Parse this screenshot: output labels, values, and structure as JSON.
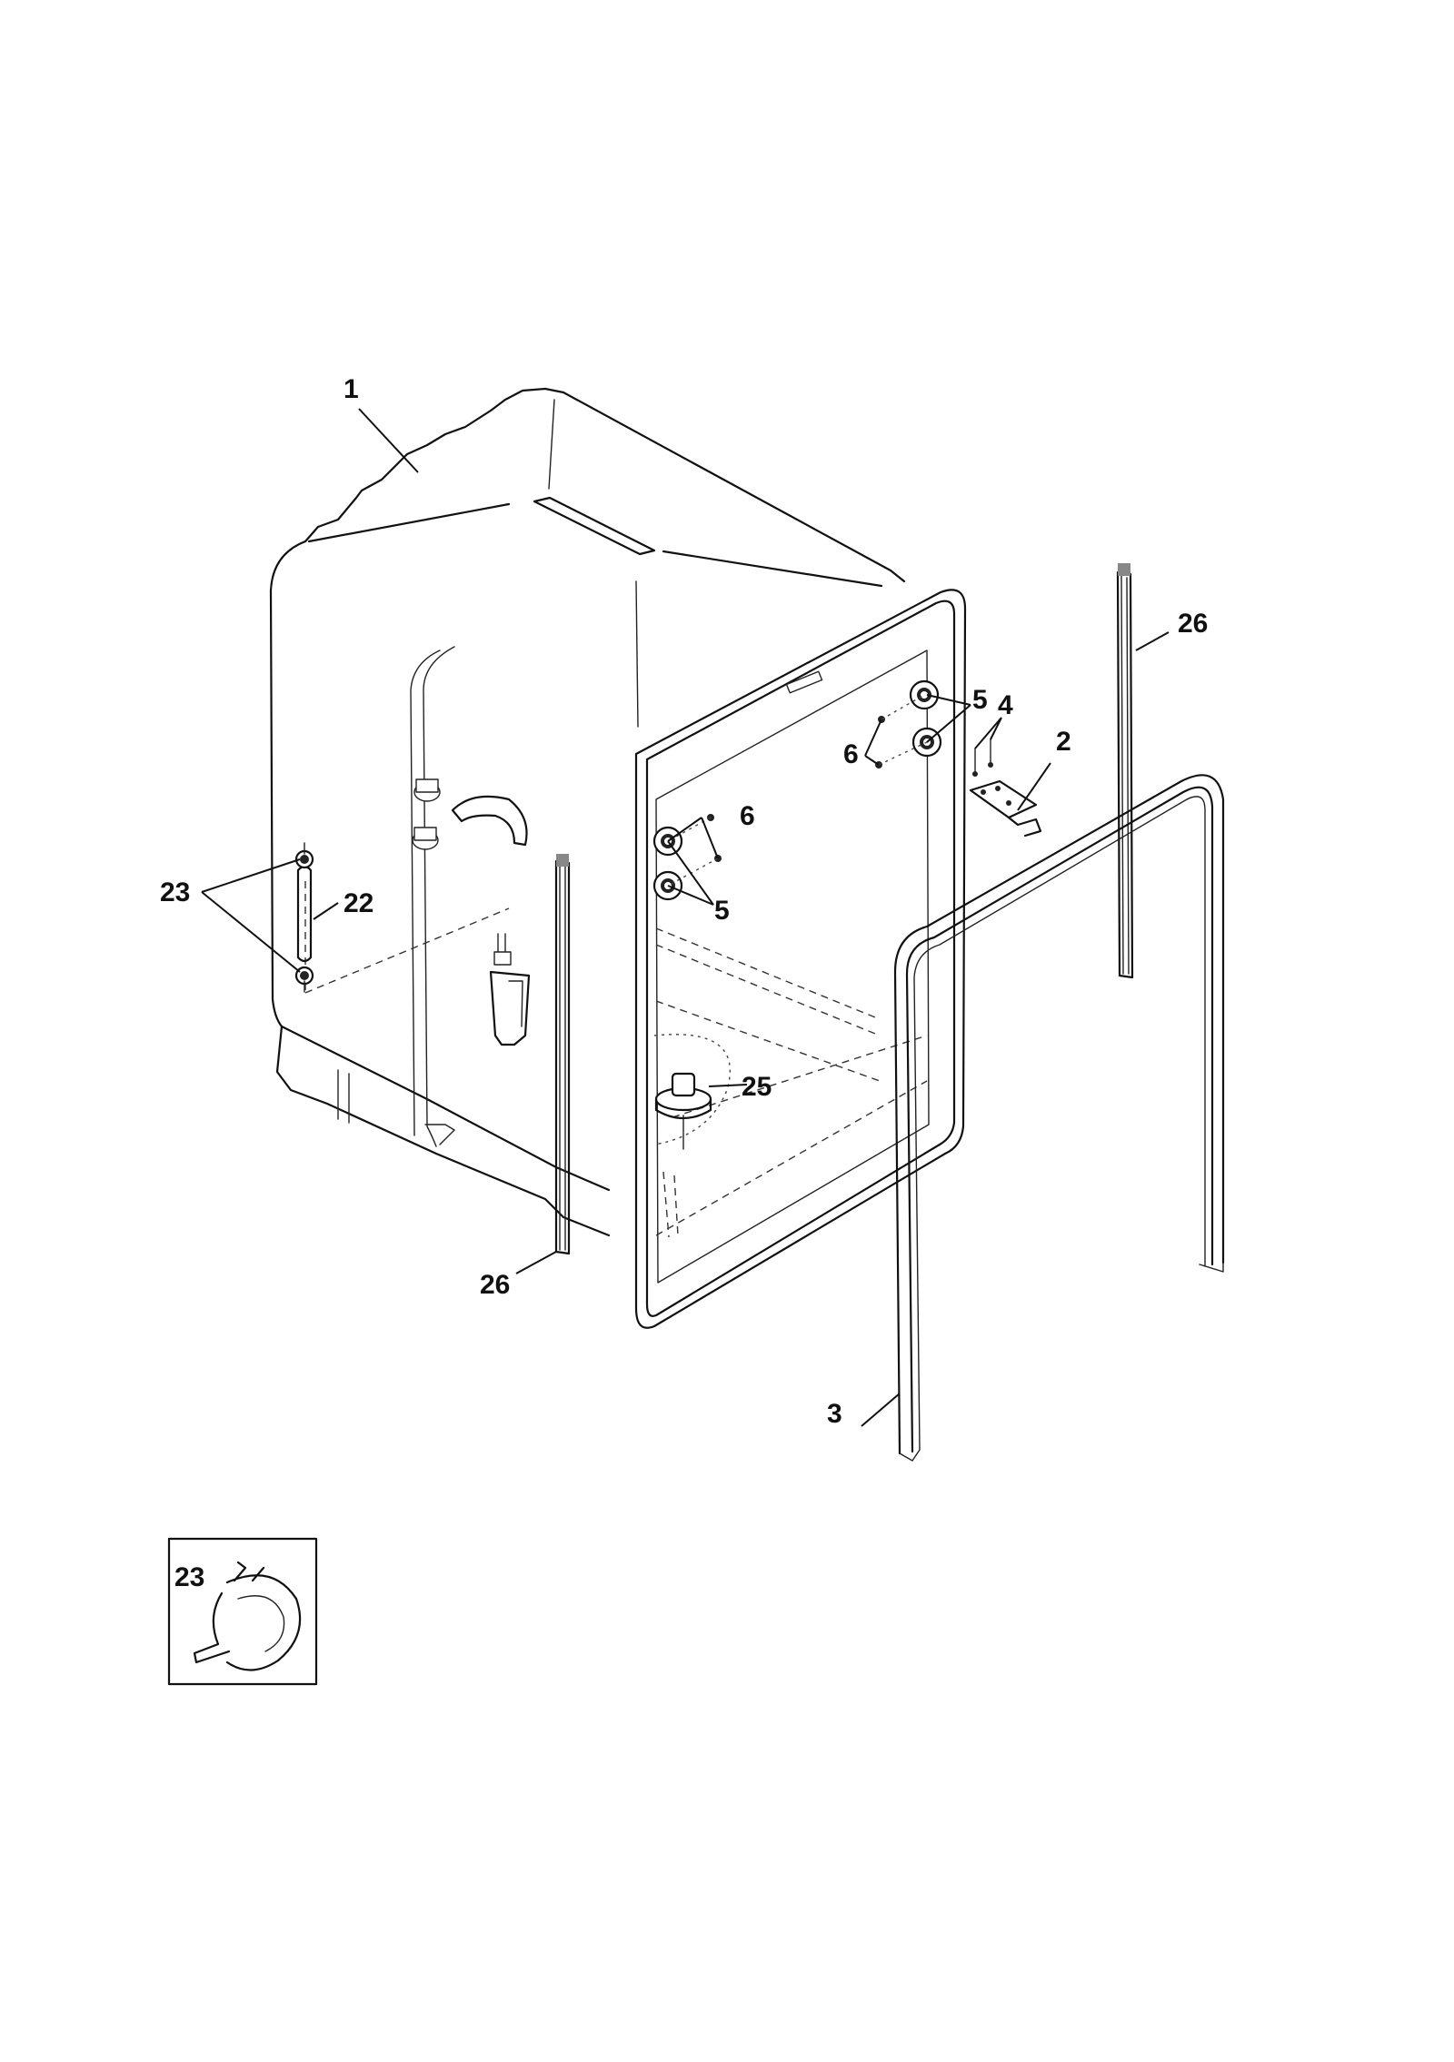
{
  "callouts": {
    "c1": "1",
    "c2": "2",
    "c3": "3",
    "c4": "4",
    "c5a": "5",
    "c5b": "5",
    "c6a": "6",
    "c6b": "6",
    "c22": "22",
    "c23": "23",
    "c25": "25",
    "c26a": "26",
    "c26b": "26",
    "c23_inset": "23"
  }
}
